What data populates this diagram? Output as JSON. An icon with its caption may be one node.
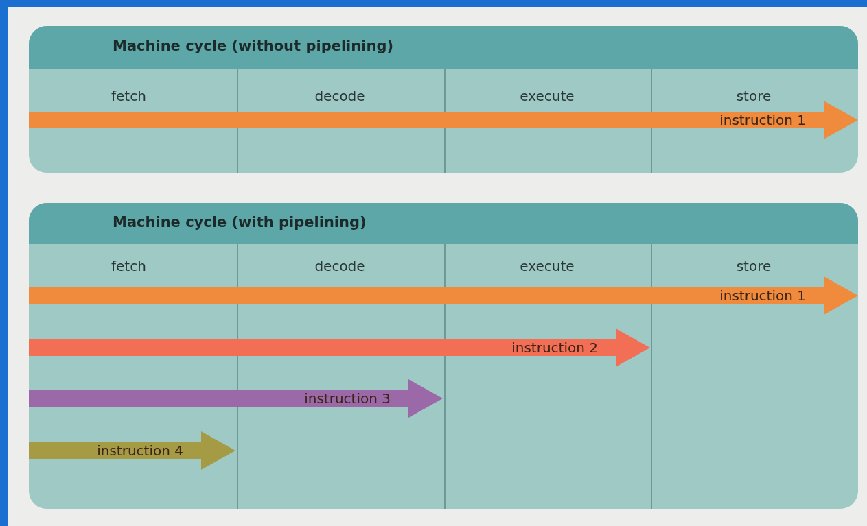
{
  "diagram": {
    "nodes": [
      {
        "text": [
          "Machine cycle (without pipelining)"
        ]
      },
      {
        "text": [
          "fetch"
        ],
        "in": 0
      },
      {
        "text": [
          "decode"
        ],
        "in": 0
      },
      {
        "text": [
          "execute"
        ],
        "in": 0
      },
      {
        "text": [
          "store"
        ],
        "in": 0
      },
      {
        "text": [
          "instruction 1"
        ],
        "in": 0
      },
      {
        "text": [
          "Machine cycle (with pipelining)"
        ]
      },
      {
        "text": [
          "fetch"
        ],
        "in": 6
      },
      {
        "text": [
          "decode"
        ],
        "in": 6
      },
      {
        "text": [
          "execute"
        ],
        "in": 6
      },
      {
        "text": [
          "store"
        ],
        "in": 6
      },
      {
        "text": [
          "instruction 1"
        ],
        "in": 6
      },
      {
        "text": [
          "instruction 2"
        ],
        "in": 6
      },
      {
        "text": [
          "instruction 3"
        ],
        "in": 6
      },
      {
        "text": [
          "instruction 4"
        ],
        "in": 6
      }
    ],
    "edges": []
  }
}
